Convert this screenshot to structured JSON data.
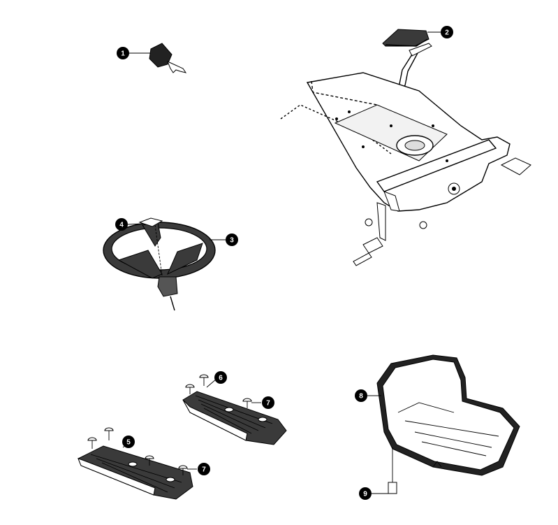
{
  "parts": [
    {
      "number": "1",
      "part": "ignition-key"
    },
    {
      "number": "2",
      "part": "brake-pedal-pad"
    },
    {
      "number": "3",
      "part": "steering-wheel"
    },
    {
      "number": "4",
      "part": "steering-wheel-cap"
    },
    {
      "number": "5",
      "part": "left-footrest-mat"
    },
    {
      "number": "6",
      "part": "right-footrest-mat"
    },
    {
      "number": "7",
      "part": "push-rivet"
    },
    {
      "number": "7",
      "part": "push-rivet"
    },
    {
      "number": "8",
      "part": "seat"
    },
    {
      "number": "9",
      "part": "seat-bolt"
    }
  ],
  "colors": {
    "ink": "#000000",
    "paper": "#ffffff",
    "shade": "#3a3a3a"
  }
}
